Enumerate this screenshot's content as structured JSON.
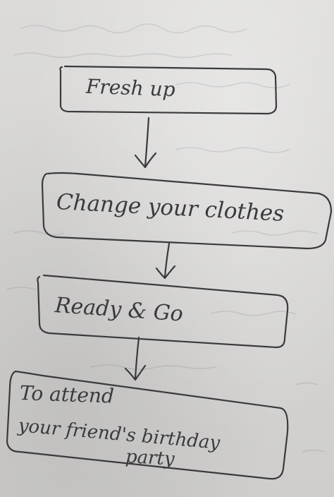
{
  "diagram": {
    "nodes": [
      {
        "id": "n1",
        "label": "Fresh up"
      },
      {
        "id": "n2",
        "label": "Change your clothes"
      },
      {
        "id": "n3",
        "label": "Ready & Go"
      },
      {
        "id": "n4",
        "label_line1": "To attend",
        "label_line2": "your friend's birthday",
        "label_line3": "party"
      }
    ],
    "edges": [
      {
        "from": "n1",
        "to": "n2"
      },
      {
        "from": "n2",
        "to": "n3"
      },
      {
        "from": "n3",
        "to": "n4"
      }
    ],
    "ink_color": "#3a3a3e",
    "paper_color": "#d9d8d6"
  }
}
